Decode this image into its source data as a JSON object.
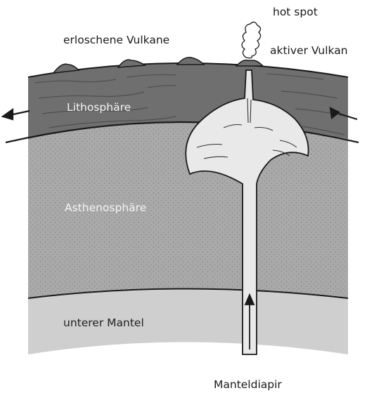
{
  "labels": {
    "extinct_volcanoes": "erloschene Vulkane",
    "hot_spot": "hot spot",
    "active_volcano": "aktiver Vulkan",
    "lithosphere": "Lithosphäre",
    "asthenosphere": "Asthenosphäre",
    "lower_mantle": "unterer Mantel",
    "mantle_diapir": "Manteldiapir"
  },
  "colors": {
    "lithosphere": "#6f6f6f",
    "asthenosphere": "#a9a9a9",
    "lower_mantle": "#cfcfcf",
    "plume": "#e9e9e9",
    "outline": "#1a1a1a"
  }
}
